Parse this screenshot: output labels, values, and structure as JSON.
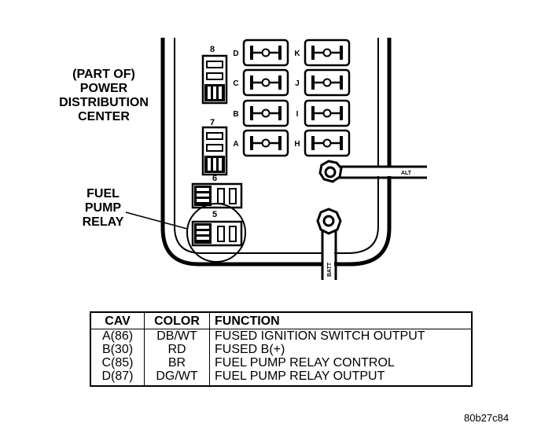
{
  "labels": {
    "pdc_lines": [
      "(PART OF)",
      "POWER",
      "DISTRIBUTION",
      "CENTER"
    ],
    "relay_lines": [
      "FUEL",
      "PUMP",
      "RELAY"
    ],
    "figure_id": "80b27c84"
  },
  "relays": [
    {
      "number": "8"
    },
    {
      "number": "7"
    },
    {
      "number": "6"
    },
    {
      "number": "5"
    }
  ],
  "fuses": {
    "left_column": [
      "D",
      "C",
      "B",
      "A"
    ],
    "right_column": [
      "K",
      "J",
      "I",
      "H"
    ]
  },
  "studs": {
    "alternator": "ALT",
    "battery": "BATT"
  },
  "pinout": {
    "headers": [
      "CAV",
      "COLOR",
      "FUNCTION"
    ],
    "rows": [
      {
        "cav": "A(86)",
        "color": "DB/WT",
        "function": "FUSED IGNITION SWITCH OUTPUT"
      },
      {
        "cav": "B(30)",
        "color": "RD",
        "function": "FUSED B(+)"
      },
      {
        "cav": "C(85)",
        "color": "BR",
        "function": "FUEL PUMP RELAY CONTROL"
      },
      {
        "cav": "D(87)",
        "color": "DG/WT",
        "function": "FUEL PUMP RELAY OUTPUT"
      }
    ]
  }
}
